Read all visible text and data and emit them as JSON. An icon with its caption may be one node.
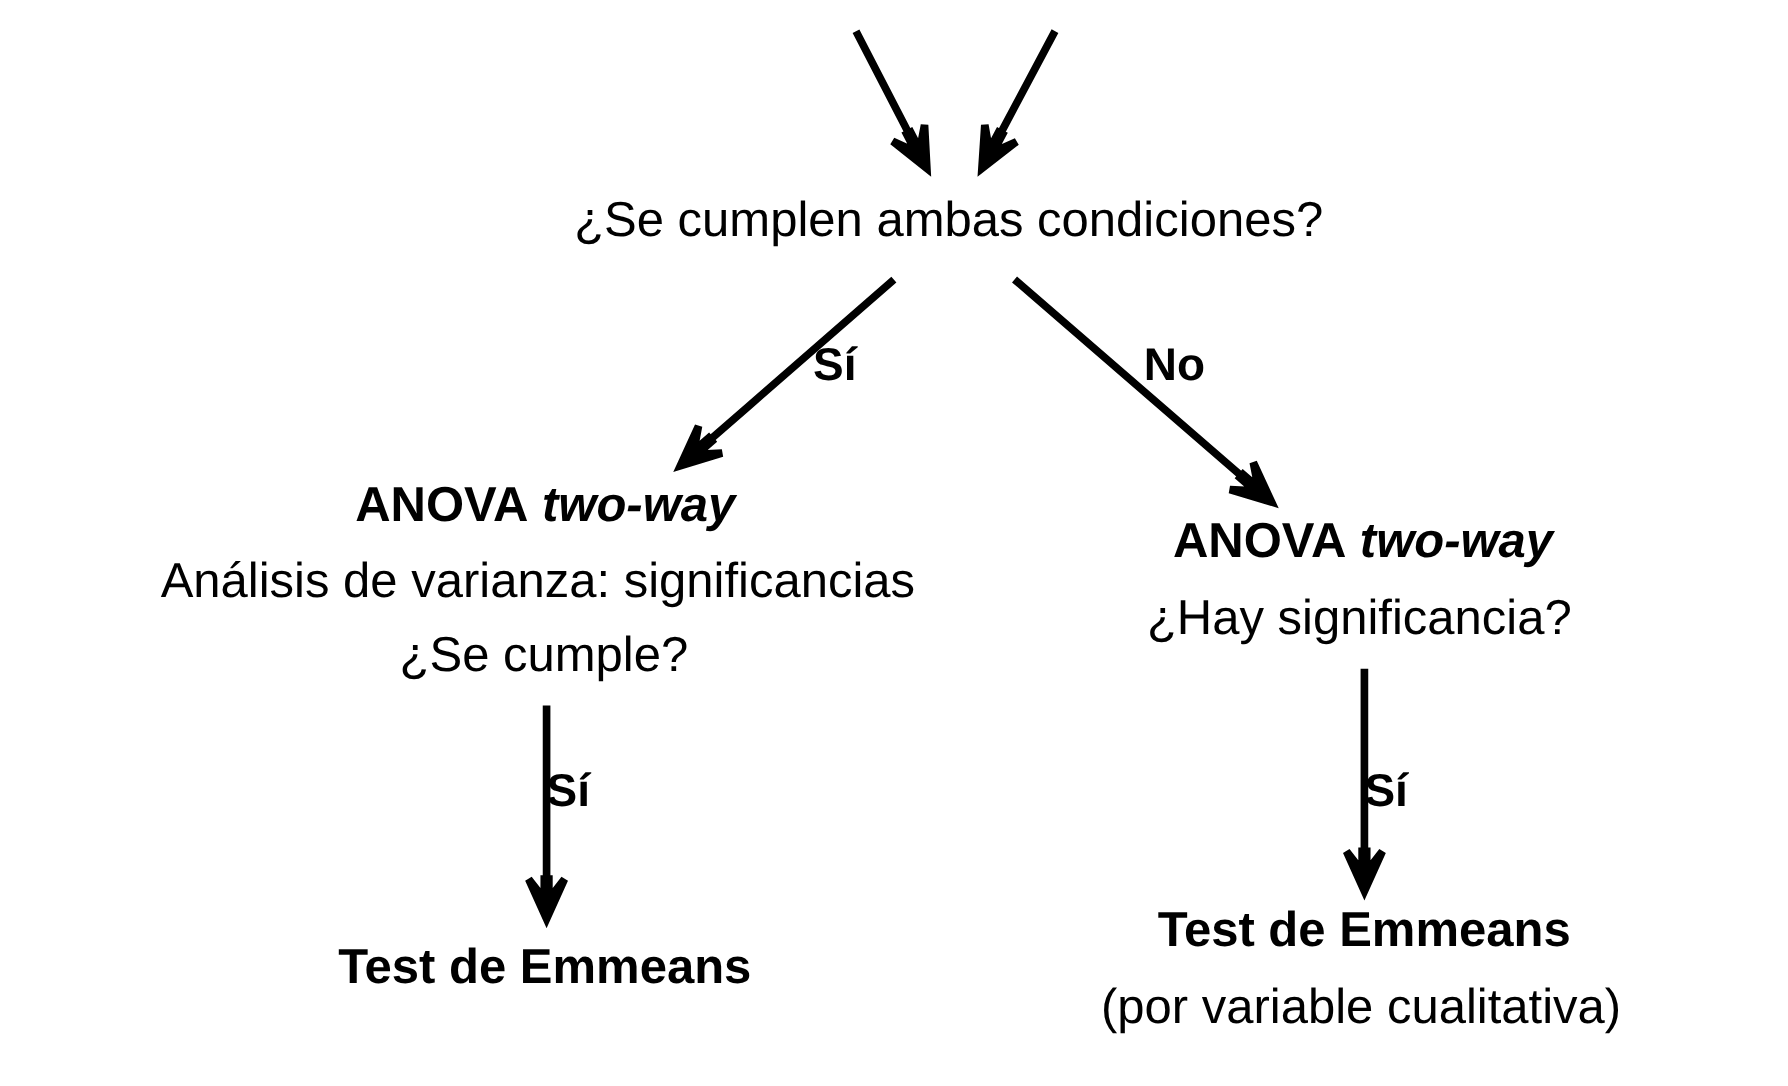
{
  "diagram": {
    "nodes": [
      {
        "text": [
          "¿Se cumplen ambas condiciones?"
        ]
      },
      {
        "text": [
          "ANOVA *two-way*",
          "Análisis de varianza: significancias",
          "¿Se cumple?"
        ]
      },
      {
        "text": [
          "ANOVA *two-way*",
          "¿Hay significancia?"
        ]
      },
      {
        "text": [
          "Test de Emmeans"
        ]
      },
      {
        "text": [
          "Test de Emmeans",
          "(por variable cualitativa)"
        ]
      }
    ],
    "edges": [
      {
        "from": null,
        "to": 0,
        "arrow": "to"
      },
      {
        "from": null,
        "to": 0,
        "arrow": "to"
      },
      {
        "from": 0,
        "to": 1,
        "arrow": "to",
        "label": "Sí"
      },
      {
        "from": 0,
        "to": 2,
        "arrow": "to",
        "label": "No"
      },
      {
        "from": 1,
        "to": 3,
        "arrow": "to",
        "label": "Sí"
      },
      {
        "from": 2,
        "to": 4,
        "arrow": "to",
        "label": "Sí"
      }
    ]
  }
}
